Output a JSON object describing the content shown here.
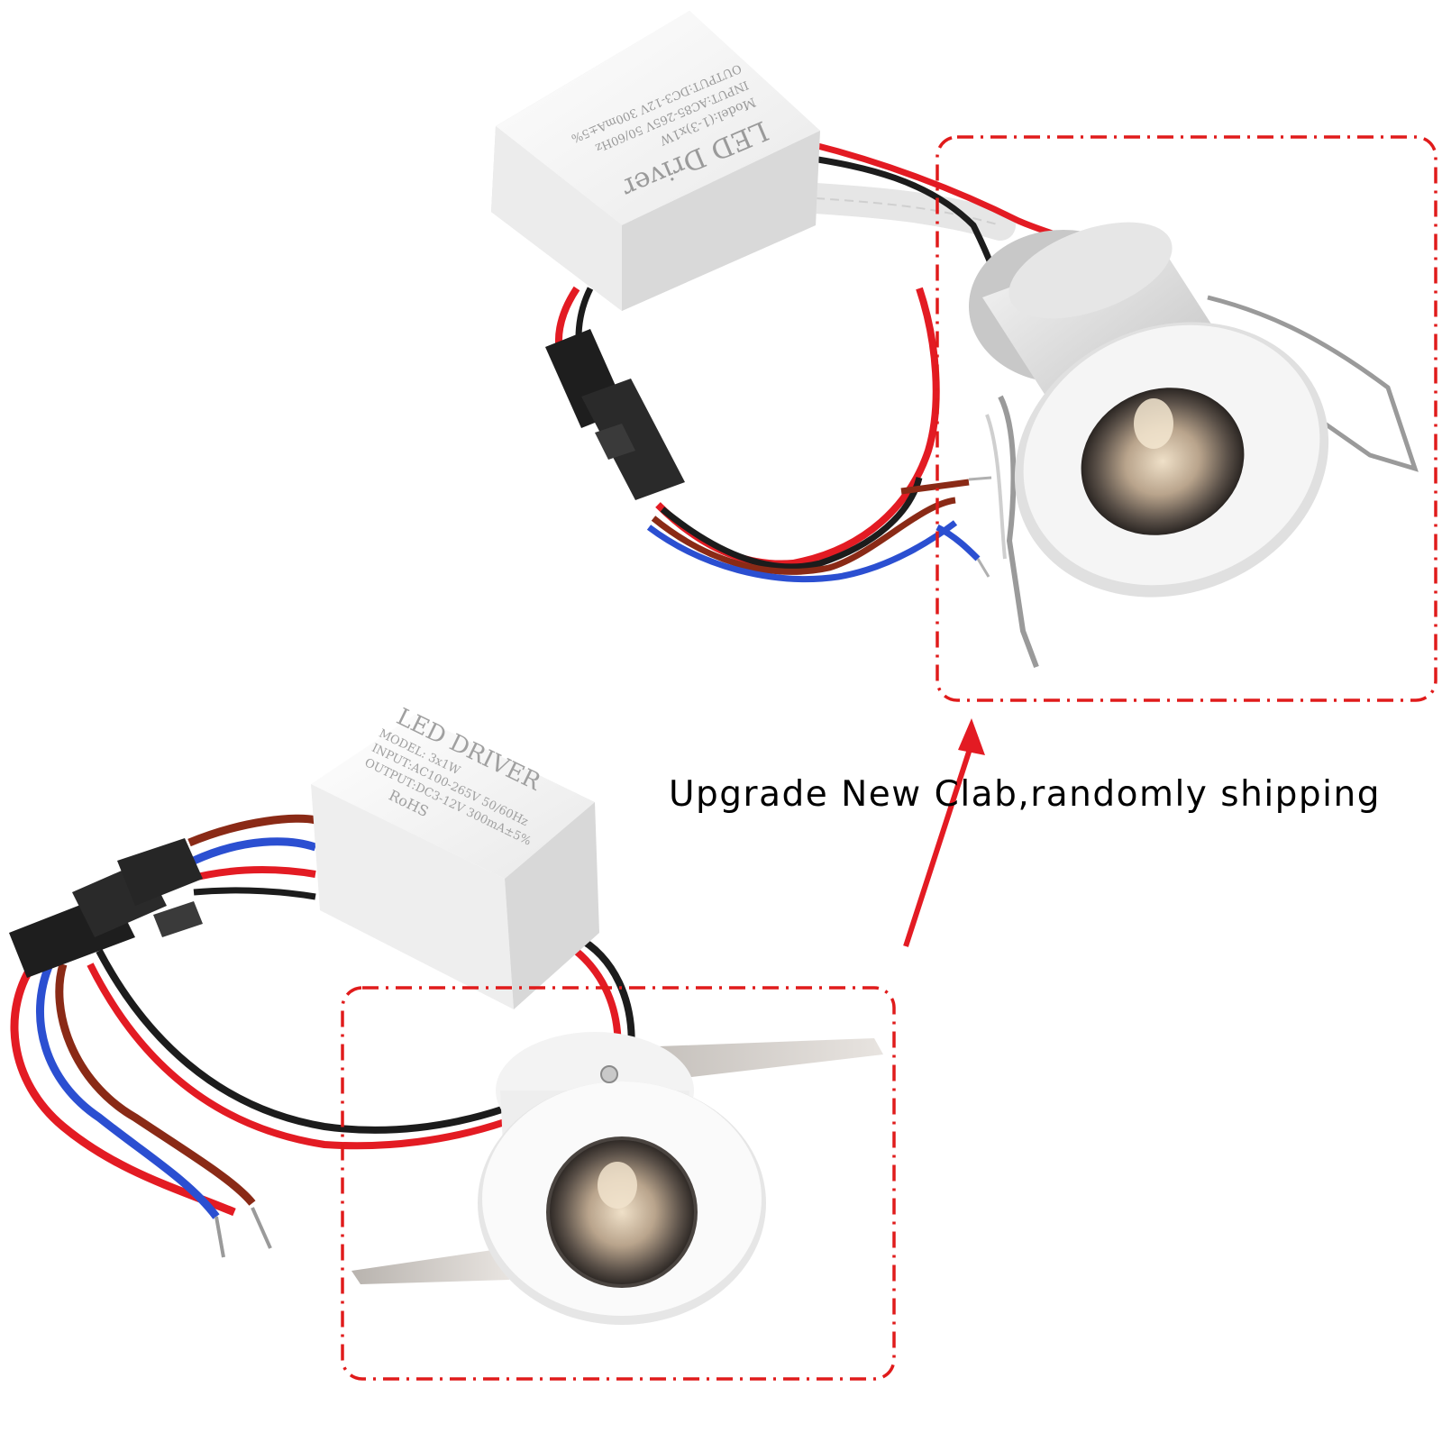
{
  "caption": "Upgrade New Clab,randomly shipping",
  "top_driver": {
    "lines": [
      "LED Driver",
      "Model:(1-3)x1W",
      "INPUT:AC85-265V 50/60Hz",
      "OUTPUT:DC3-12V 300mA±5%"
    ]
  },
  "bottom_driver": {
    "lines": [
      "LED DRIVER",
      "MODEL: 3x1W",
      "INPUT:AC100-265V 50/60Hz",
      "OUTPUT:DC3-12V 300mA±5%",
      "RoHS"
    ]
  },
  "colors": {
    "highlight": "#e01b1b",
    "wire_red": "#e31b23",
    "wire_black": "#1c1c1c",
    "wire_blue": "#2b4fd1",
    "wire_brown": "#8a2a16"
  }
}
